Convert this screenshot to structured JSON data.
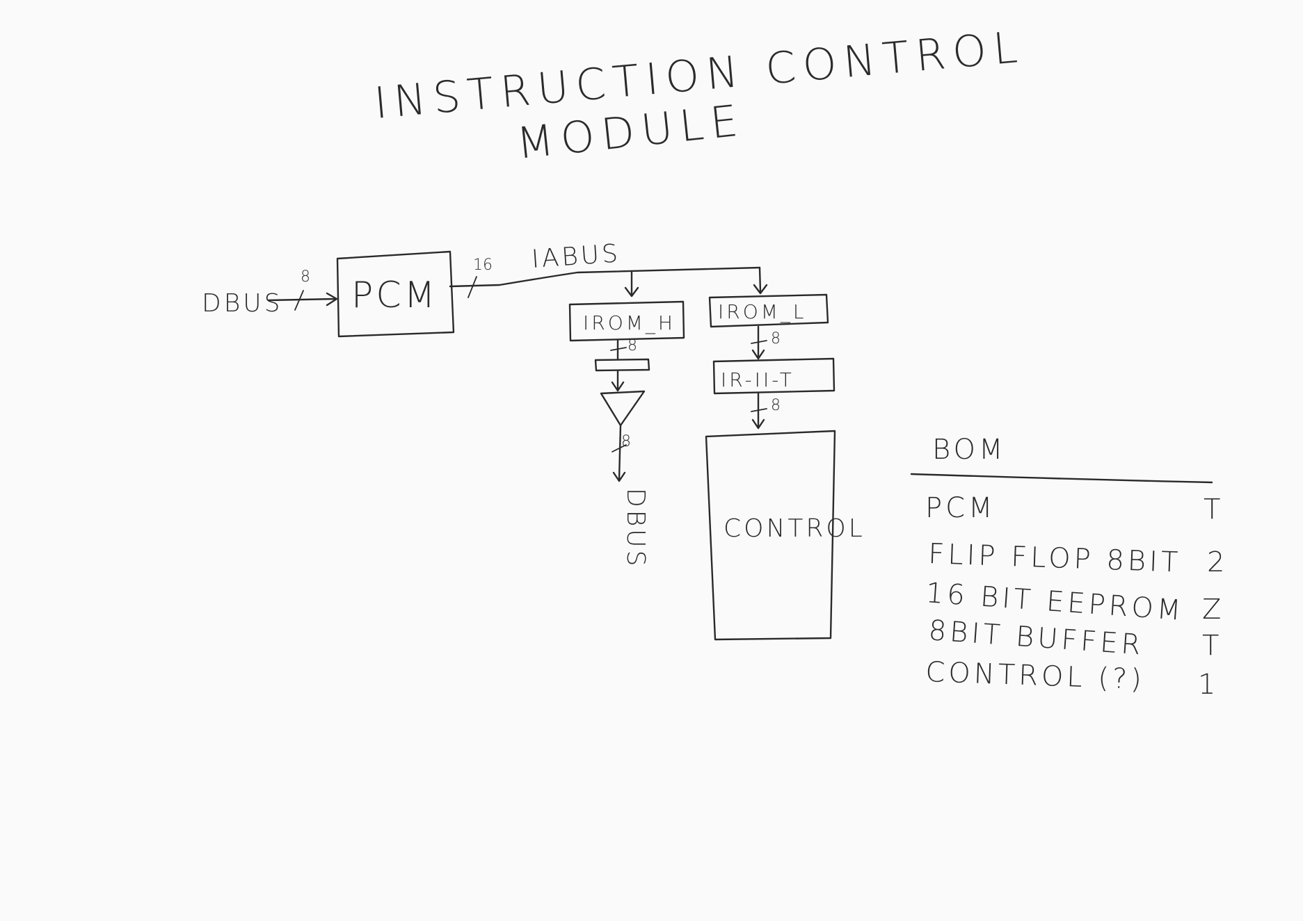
{
  "title": {
    "line1": "INSTRUCTION   CONTROL",
    "line2": "MODULE"
  },
  "diagram": {
    "input_label": "DBUS",
    "input_width": "8",
    "pcm_label": "PCM",
    "pcm_out_width": "16",
    "bus_label": "IABUS",
    "irom_h_label": "IROM_H",
    "irom_h_out_width": "8",
    "buffer_out_width": "8",
    "output_label": "DBUS",
    "irom_l_label": "IROM_L",
    "irom_l_out_width": "8",
    "ir_label": "IR-II-T",
    "ir_out_width": "8",
    "control_label": "CONTROL"
  },
  "bom": {
    "heading": "BOM",
    "items": [
      {
        "name": "PCM",
        "qty": "T"
      },
      {
        "name": "FLIP FLOP  8BIT",
        "qty": "2"
      },
      {
        "name": "16 BIT  EEPROM",
        "qty": "Z"
      },
      {
        "name": "8BIT  BUFFER",
        "qty": "T"
      },
      {
        "name": "CONTROL (?)",
        "qty": "1"
      }
    ]
  }
}
